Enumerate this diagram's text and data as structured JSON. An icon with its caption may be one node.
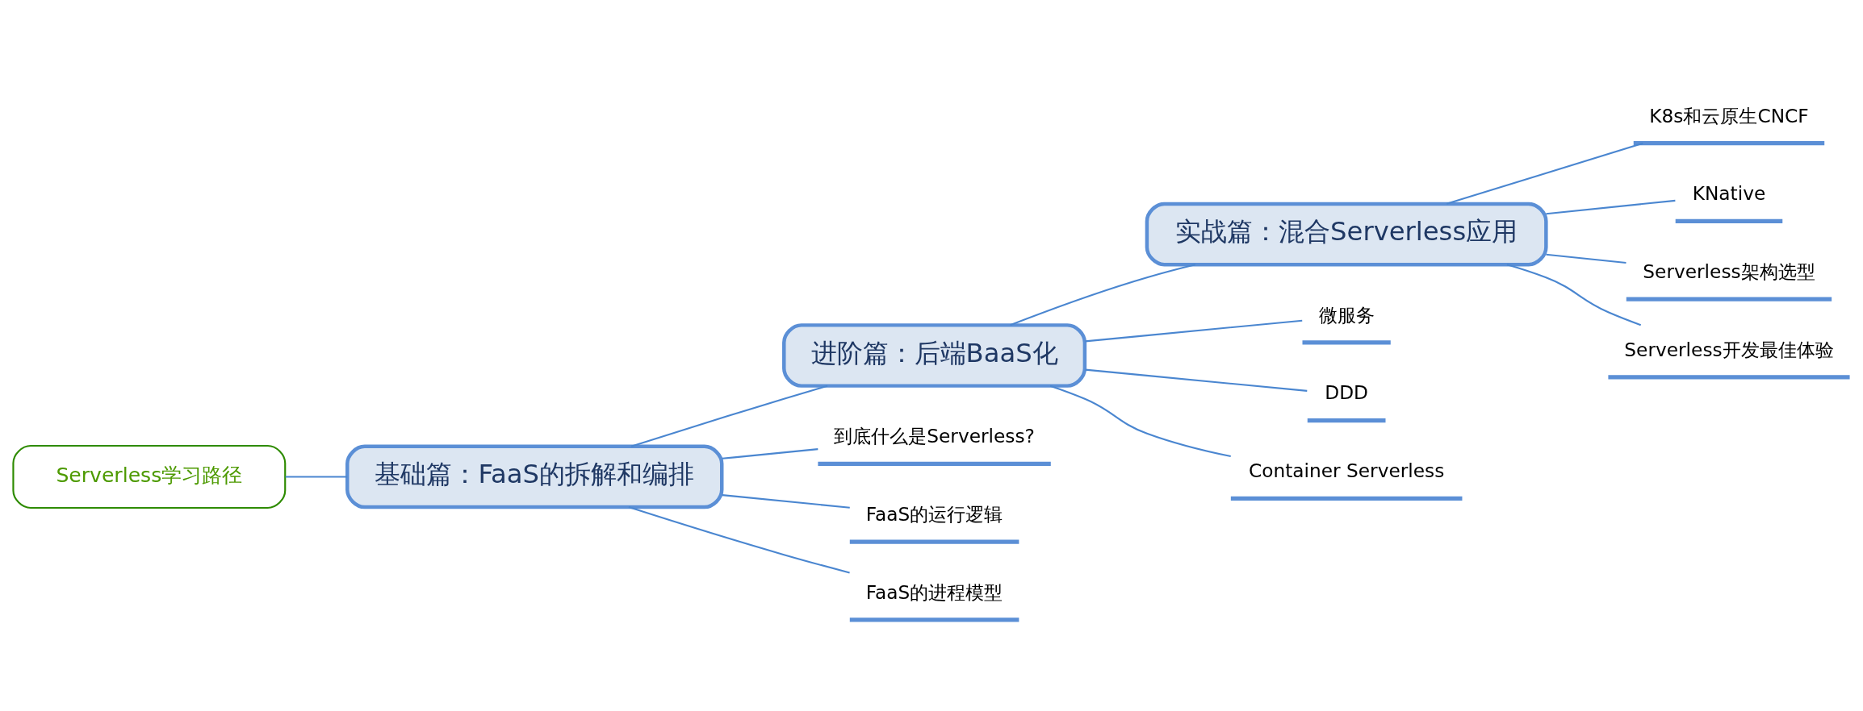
{
  "diagram": {
    "nodes": [
      {
        "text": [
          "Serverless学习路径"
        ]
      },
      {
        "text": [
          "基础篇：FaaS的拆解和编排"
        ]
      },
      {
        "text": [
          "进阶篇：后端BaaS化"
        ]
      },
      {
        "text": [
          "实战篇：混合Serverless应用"
        ]
      },
      {
        "text": [
          "到底什么是Serverless?"
        ]
      },
      {
        "text": [
          "FaaS的运行逻辑"
        ]
      },
      {
        "text": [
          "FaaS的进程模型"
        ]
      },
      {
        "text": [
          "K8s和云原生CNCF"
        ]
      },
      {
        "text": [
          "KNative"
        ]
      },
      {
        "text": [
          "Serverless架构选型"
        ]
      },
      {
        "text": [
          "Serverless开发最佳体验"
        ]
      },
      {
        "text": [
          "微服务"
        ]
      },
      {
        "text": [
          "DDD"
        ]
      },
      {
        "text": [
          "Container Serverless"
        ]
      }
    ],
    "edges": [
      {
        "from": 0,
        "to": 1,
        "arrow": "none"
      },
      {
        "from": 1,
        "to": 2,
        "arrow": "none"
      },
      {
        "from": 2,
        "to": 3,
        "arrow": "none"
      },
      {
        "from": 1,
        "to": 4,
        "arrow": "none"
      },
      {
        "from": 1,
        "to": 5,
        "arrow": "none"
      },
      {
        "from": 1,
        "to": 6,
        "arrow": "none"
      },
      {
        "from": 3,
        "to": 7,
        "arrow": "none"
      },
      {
        "from": 3,
        "to": 8,
        "arrow": "none"
      },
      {
        "from": 3,
        "to": 9,
        "arrow": "none"
      },
      {
        "from": 3,
        "to": 10,
        "arrow": "none"
      },
      {
        "from": 2,
        "to": 11,
        "arrow": "none"
      },
      {
        "from": 2,
        "to": 12,
        "arrow": "none"
      },
      {
        "from": 2,
        "to": 13,
        "arrow": "none"
      }
    ]
  }
}
